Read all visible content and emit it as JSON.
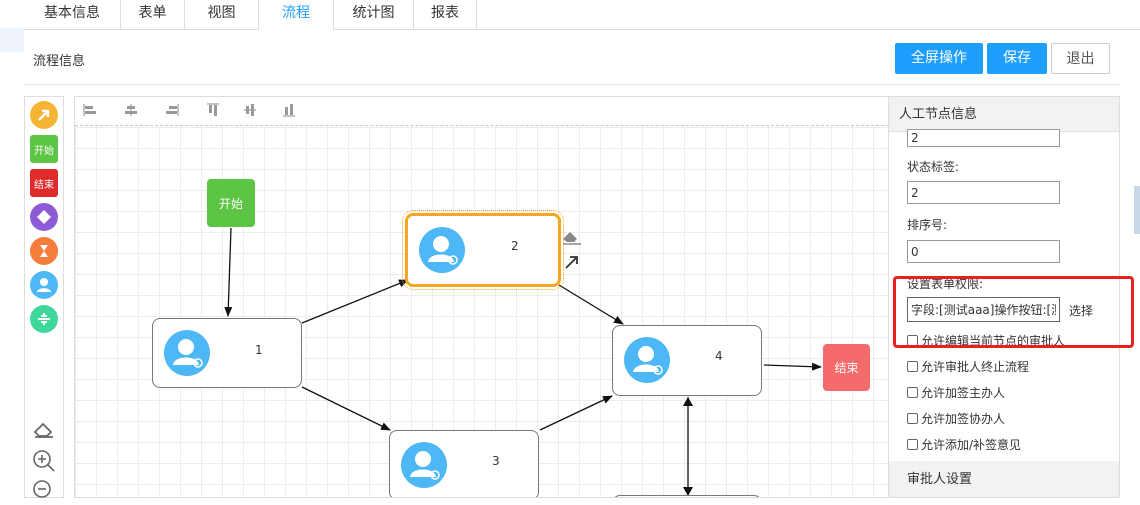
{
  "tabs": [
    {
      "label": "基本信息"
    },
    {
      "label": "表单"
    },
    {
      "label": "视图"
    },
    {
      "label": "流程",
      "active": true
    },
    {
      "label": "统计图"
    },
    {
      "label": "报表"
    }
  ],
  "header": {
    "title": "流程信息",
    "fullscreen_label": "全屏操作",
    "save_label": "保存",
    "exit_label": "退出"
  },
  "palette": {
    "start_label": "开始",
    "end_label": "结束"
  },
  "flow": {
    "start_label": "开始",
    "end_label": "结束",
    "nodes": [
      {
        "label": "1"
      },
      {
        "label": "2"
      },
      {
        "label": "3"
      },
      {
        "label": "4"
      }
    ]
  },
  "panel": {
    "title": "人工节点信息",
    "top_value": "2",
    "status_label": "状态标签:",
    "status_value": "2",
    "order_label": "排序号:",
    "order_value": "0",
    "perm_label": "设置表单权限:",
    "perm_value": "字段:[测试aaa]操作按钮:[测试",
    "select_label": "选择",
    "checks": [
      {
        "label": "允许编辑当前节点的审批人"
      },
      {
        "label": "允许审批人终止流程"
      },
      {
        "label": "允许加签主办人"
      },
      {
        "label": "允许加签协办人"
      },
      {
        "label": "允许添加/补签意见"
      }
    ],
    "approver_section": "审批人设置"
  },
  "colors": {
    "primary": "#1e9fff",
    "start_green": "#5cc544",
    "end_red": "#f56b6b",
    "selected_orange": "#f5a623",
    "avatar_blue": "#4db8f5",
    "highlight_red": "#e8201f"
  }
}
